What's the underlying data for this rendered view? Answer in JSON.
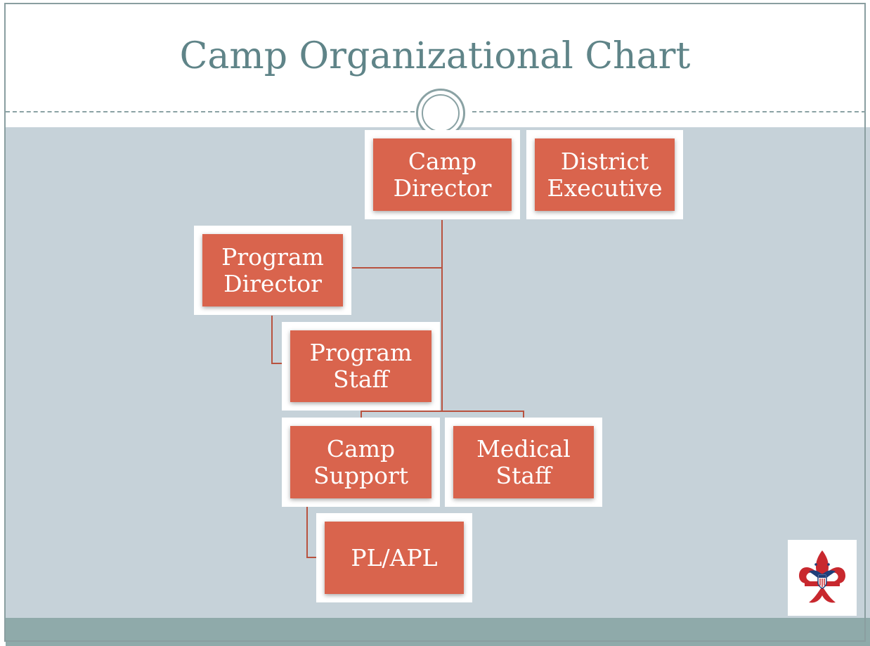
{
  "slide": {
    "title": "Camp Organizational Chart"
  },
  "colors": {
    "title": "#5f8488",
    "node_fill": "#d9644d",
    "node_text": "#ffffff",
    "connector": "#b8523f",
    "content_background": "#c6d2d9",
    "footer_band": "#8faaaa"
  },
  "org_chart": {
    "nodes": [
      {
        "id": "camp-director",
        "label": "Camp\nDirector"
      },
      {
        "id": "district-executive",
        "label": "District\nExecutive"
      },
      {
        "id": "program-director",
        "label": "Program\nDirector"
      },
      {
        "id": "program-staff",
        "label": "Program\nStaff"
      },
      {
        "id": "camp-support",
        "label": "Camp\nSupport"
      },
      {
        "id": "medical-staff",
        "label": "Medical\nStaff"
      },
      {
        "id": "pl-apl",
        "label": "PL/APL"
      }
    ],
    "edges": [
      {
        "from": "camp-director",
        "to": "program-director"
      },
      {
        "from": "camp-director",
        "to": "camp-support"
      },
      {
        "from": "camp-director",
        "to": "medical-staff"
      },
      {
        "from": "program-director",
        "to": "program-staff"
      },
      {
        "from": "camp-support",
        "to": "pl-apl"
      }
    ]
  },
  "logo": {
    "icon": "bsa-fleur-de-lis-icon"
  }
}
